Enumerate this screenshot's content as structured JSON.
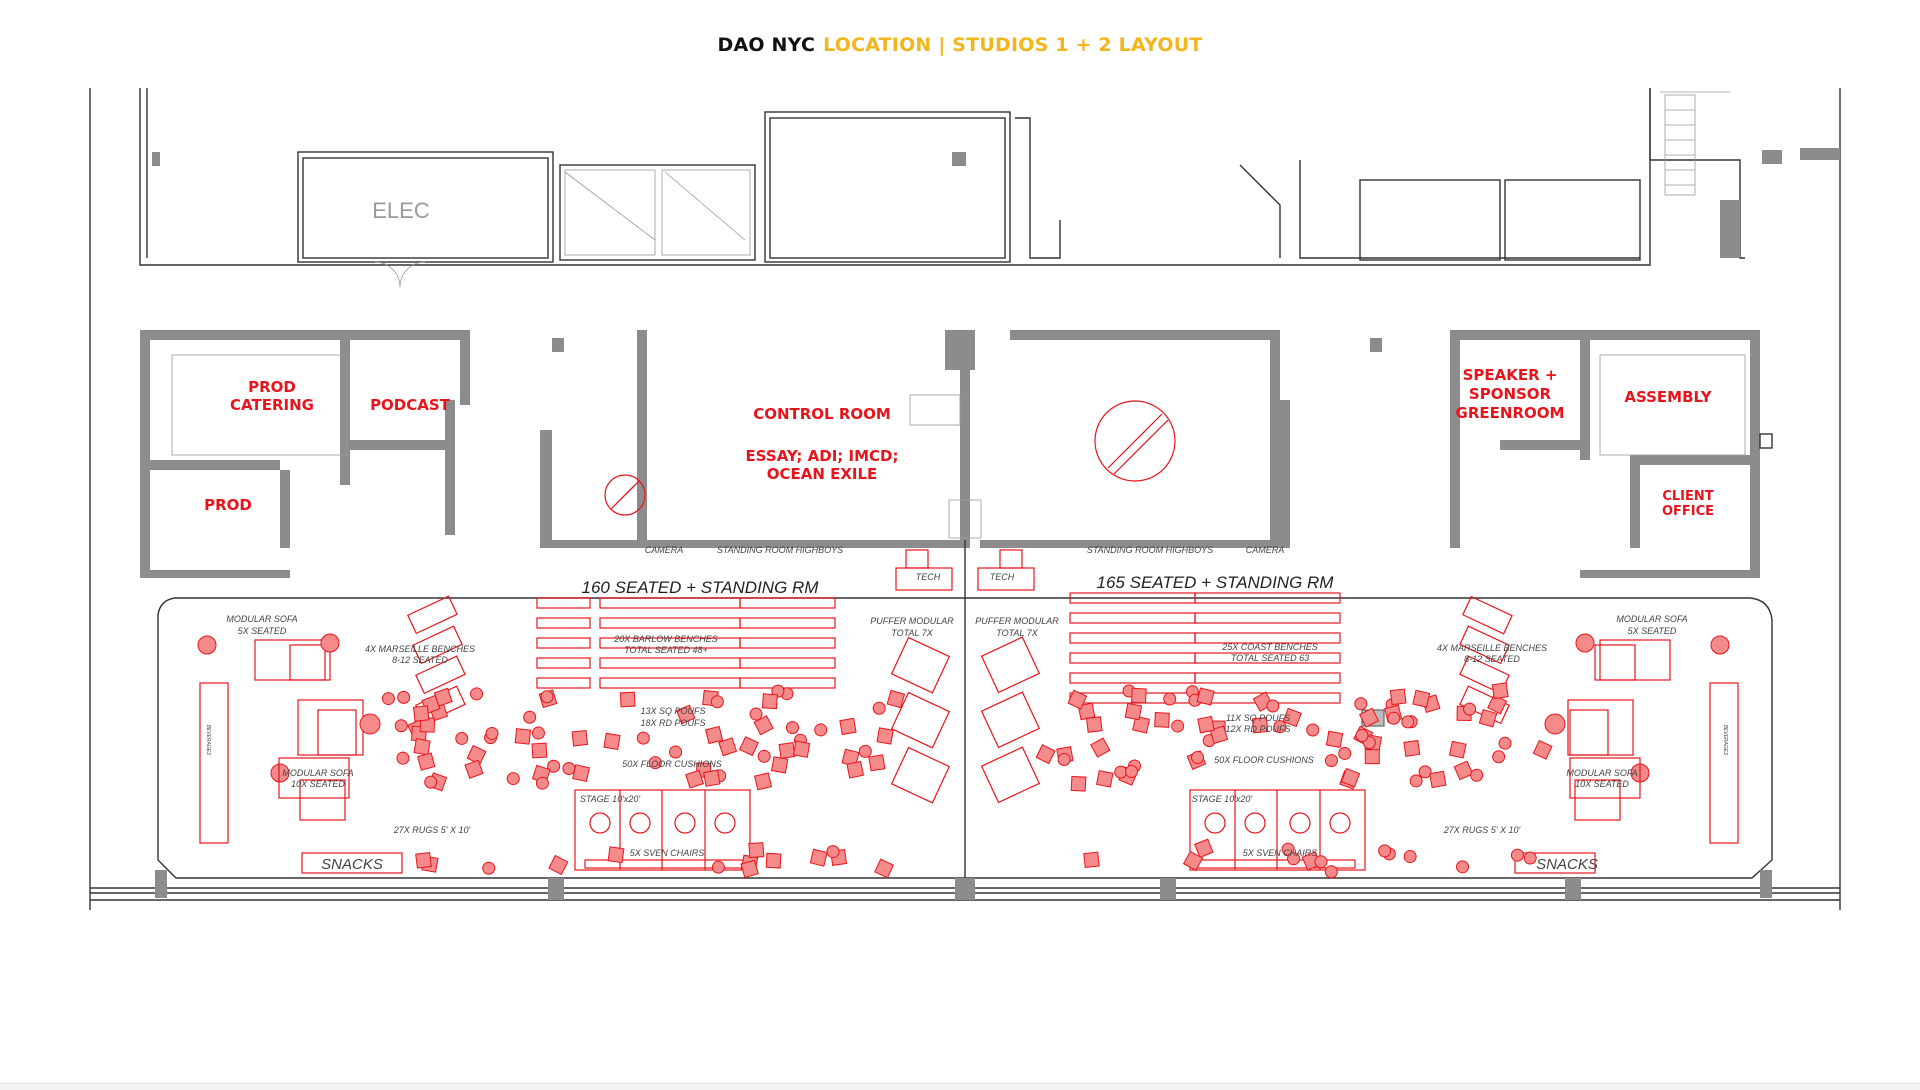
{
  "title": {
    "brand": "DAO NYC",
    "location": "LOCATION | STUDIOS 1 + 2 LAYOUT"
  },
  "rooms": {
    "elec": "ELEC",
    "prod_catering_1": "PROD",
    "prod_catering_2": "CATERING",
    "podcast": "PODCAST",
    "prod": "PROD",
    "control_room": "CONTROL ROOM",
    "control_sub_1": "ESSAY; ADI; IMCD;",
    "control_sub_2": "OCEAN EXILE",
    "speaker_1": "SPEAKER +",
    "speaker_2": "SPONSOR",
    "speaker_3": "GREENROOM",
    "assembly": "ASSEMBLY",
    "client_1": "CLIENT",
    "client_2": "OFFICE"
  },
  "studio1": {
    "capacity": "160 SEATED + STANDING RM",
    "camera": "CAMERA",
    "highboys": "STANDING ROOM HIGHBOYS",
    "tech": "TECH",
    "sofa_top_1": "MODULAR SOFA",
    "sofa_top_2": "5X SEATED",
    "marseille_1": "4X MARSEILLE BENCHES",
    "marseille_2": "8-12 SEATED",
    "benches_1": "20X BARLOW BENCHES",
    "benches_2": "TOTAL SEATED 48+",
    "puffer_1": "PUFFER MODULAR",
    "puffer_2": "TOTAL 7X",
    "poufs_1": "13X SQ POUFS",
    "poufs_2": "18X RD POUFS",
    "cushions": "50X FLOOR CUSHIONS",
    "sofa_bottom_1": "MODULAR SOFA",
    "sofa_bottom_2": "10X SEATED",
    "stage": "STAGE 10'x20'",
    "rugs": "27X RUGS 5' X 10'",
    "chairs": "5X SVEN CHAIRS",
    "snacks": "SNACKS",
    "beverages": "BEVERAGES"
  },
  "studio2": {
    "capacity": "165 SEATED + STANDING RM",
    "camera": "CAMERA",
    "highboys": "STANDING ROOM HIGHBOYS",
    "tech": "TECH",
    "sofa_top_1": "MODULAR SOFA",
    "sofa_top_2": "5X SEATED",
    "marseille_1": "4X MARSEILLE BENCHES",
    "marseille_2": "8-12 SEATED",
    "benches_1": "25X COAST BENCHES",
    "benches_2": "TOTAL SEATED 63",
    "puffer_1": "PUFFER MODULAR",
    "puffer_2": "TOTAL 7X",
    "poufs_1": "11X SQ POUFS",
    "poufs_2": "12X RD POUFS",
    "cushions": "50X FLOOR CUSHIONS",
    "sofa_bottom_1": "MODULAR SOFA",
    "sofa_bottom_2": "10X SEATED",
    "stage": "STAGE 10'x20'",
    "rugs": "27X RUGS 5' X 10'",
    "chairs": "5X SVEN CHAIRS",
    "snacks": "SNACKS",
    "beverages": "BEVERAGES"
  },
  "colors": {
    "label_red": "#e8141b",
    "title_yellow": "#f2b51e",
    "wall_gray": "#8c8c8c"
  }
}
